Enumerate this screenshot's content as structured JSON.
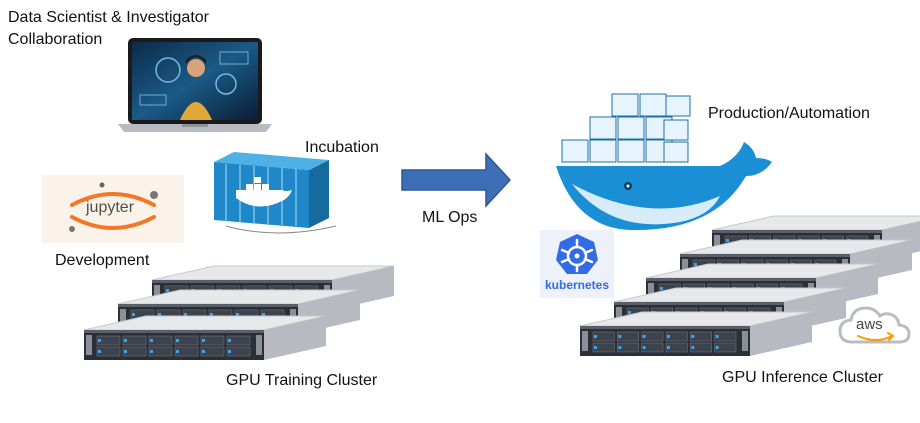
{
  "labels": {
    "collab_line1": "Data Scientist & Investigator",
    "collab_line2": "Collaboration",
    "incubation": "Incubation",
    "development": "Development",
    "ml_ops": "ML Ops",
    "production": "Production/Automation",
    "training_cluster": "GPU Training Cluster",
    "inference_cluster": "GPU Inference Cluster"
  },
  "logos": {
    "jupyter": "jupyter",
    "kubernetes": "kubernetes",
    "aws": "aws"
  },
  "icons": {
    "laptop": "laptop-icon",
    "container": "docker-container-icon",
    "whale": "docker-whale-icon",
    "arrow": "right-arrow-icon",
    "server": "server-rack-icon",
    "helm": "kubernetes-helm-icon",
    "cloud": "aws-cloud-icon"
  },
  "colors": {
    "arrow": "#3c6fb6",
    "docker_blue": "#2496ed",
    "k8s_blue": "#326ce5",
    "jupyter_orange": "#f37726",
    "server_front": "#2b2f36"
  }
}
